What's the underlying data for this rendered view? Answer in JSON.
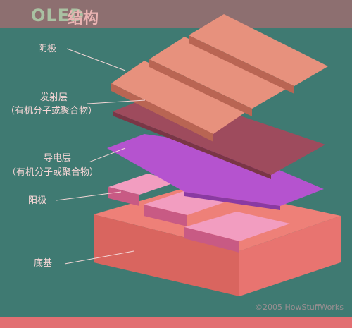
{
  "title": {
    "oled": "OLED",
    "cn": "结构"
  },
  "labels": {
    "cathode": "阴极",
    "emissive_1": "发射层",
    "emissive_2": "（有机分子或聚合物）",
    "conductive_1": "导电层",
    "conductive_2": "（有机分子或聚合物）",
    "anode": "阳极",
    "substrate": "底基"
  },
  "credit": "©2005 HowStuffWorks",
  "colors": {
    "background": "#3f7a72",
    "title_bar": "#8d6f70",
    "cathode": "#e48a78",
    "emissive": "#9b4a5a",
    "conductive": "#b150c8",
    "anode": "#e66f93",
    "substrate": "#f07f78"
  }
}
